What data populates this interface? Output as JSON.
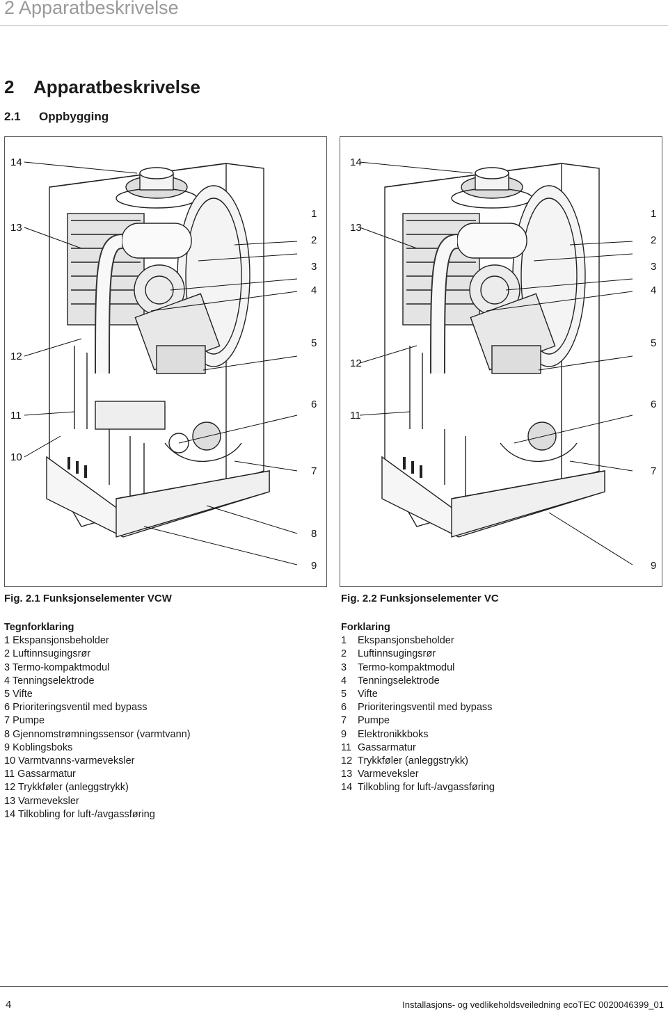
{
  "running_head": "2 Apparatbeskrivelse",
  "section": {
    "number": "2",
    "title": "Apparatbeskrivelse"
  },
  "subsection": {
    "number": "2.1",
    "title": "Oppbygging"
  },
  "fig_left": {
    "callouts": {
      "c14": "14",
      "c13": "13",
      "c12": "12",
      "c11": "11",
      "c10": "10",
      "c1": "1",
      "c2": "2",
      "c3": "3",
      "c4": "4",
      "c5": "5",
      "c6": "6",
      "c7": "7",
      "c8": "8",
      "c9": "9"
    },
    "caption": "Fig. 2.1 Funksjonselementer VCW"
  },
  "fig_right": {
    "callouts": {
      "c14": "14",
      "c13": "13",
      "c12": "12",
      "c11": "11",
      "c1": "1",
      "c2": "2",
      "c3": "3",
      "c4": "4",
      "c5": "5",
      "c6": "6",
      "c7": "7",
      "c9": "9"
    },
    "caption": "Fig. 2.2 Funksjonselementer VC"
  },
  "legend_left": {
    "title": "Tegnforklaring",
    "items": [
      "1 Ekspansjonsbeholder",
      "2 Luftinnsugingsrør",
      "3 Termo-kompaktmodul",
      "4 Tenningselektrode",
      "5 Vifte",
      "6 Prioriteringsventil med bypass",
      "7 Pumpe",
      "8 Gjennomstrømningssensor (varmtvann)",
      "9 Koblingsboks",
      "10 Varmtvanns-varmeveksler",
      "11 Gassarmatur",
      "12 Trykkføler (anleggstrykk)",
      "13 Varmeveksler",
      "14 Tilkobling for luft-/avgassføring"
    ]
  },
  "legend_right": {
    "title": "Forklaring",
    "items": [
      {
        "n": "1",
        "t": "Ekspansjonsbeholder"
      },
      {
        "n": "2",
        "t": "Luftinnsugingsrør"
      },
      {
        "n": "3",
        "t": "Termo-kompaktmodul"
      },
      {
        "n": "4",
        "t": "Tenningselektrode"
      },
      {
        "n": "5",
        "t": "Vifte"
      },
      {
        "n": "6",
        "t": "Prioriteringsventil med bypass"
      },
      {
        "n": "7",
        "t": "Pumpe"
      },
      {
        "n": "9",
        "t": "Elektronikkboks"
      },
      {
        "n": "11",
        "t": "Gassarmatur"
      },
      {
        "n": "12",
        "t": "Trykkføler (anleggstrykk)"
      },
      {
        "n": "13",
        "t": "Varmeveksler"
      },
      {
        "n": "14",
        "t": "Tilkobling for luft-/avgassføring"
      }
    ]
  },
  "footer": {
    "page": "4",
    "text": "Installasjons- og vedlikeholdsveiledning ecoTEC 0020046399_01"
  }
}
